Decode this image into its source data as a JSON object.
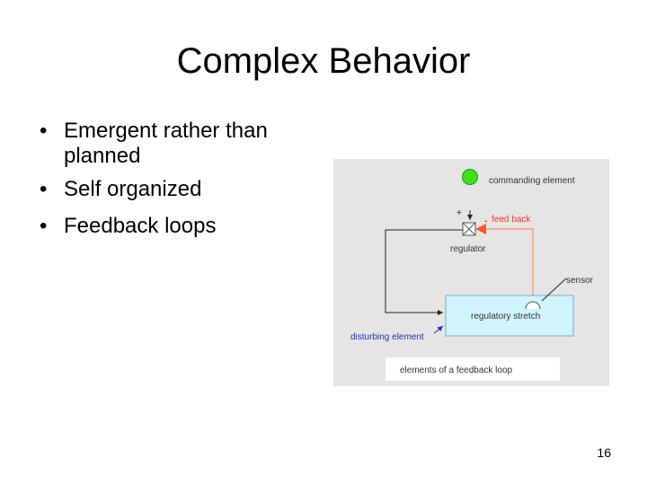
{
  "slide": {
    "title": "Complex Behavior",
    "bullets": [
      "Emergent rather than planned",
      "Self organized",
      "Feedback loops"
    ],
    "page_number": "16"
  },
  "figure": {
    "labels": {
      "commanding": "commanding element",
      "feedback": "feed back",
      "plus": "+",
      "minus": "-",
      "regulator": "regulator",
      "sensor": "sensor",
      "regulatory_stretch": "regulatory stretch",
      "disturbing": "disturbing element",
      "caption": "elements of a feedback loop"
    },
    "colors": {
      "figure_bg": "#e5e5e5",
      "commanding_green": "#44dd22",
      "feedback_red": "#ff6655",
      "disturbing_blue": "#2233aa",
      "stretch_cyan": "#d0f4fb"
    }
  }
}
